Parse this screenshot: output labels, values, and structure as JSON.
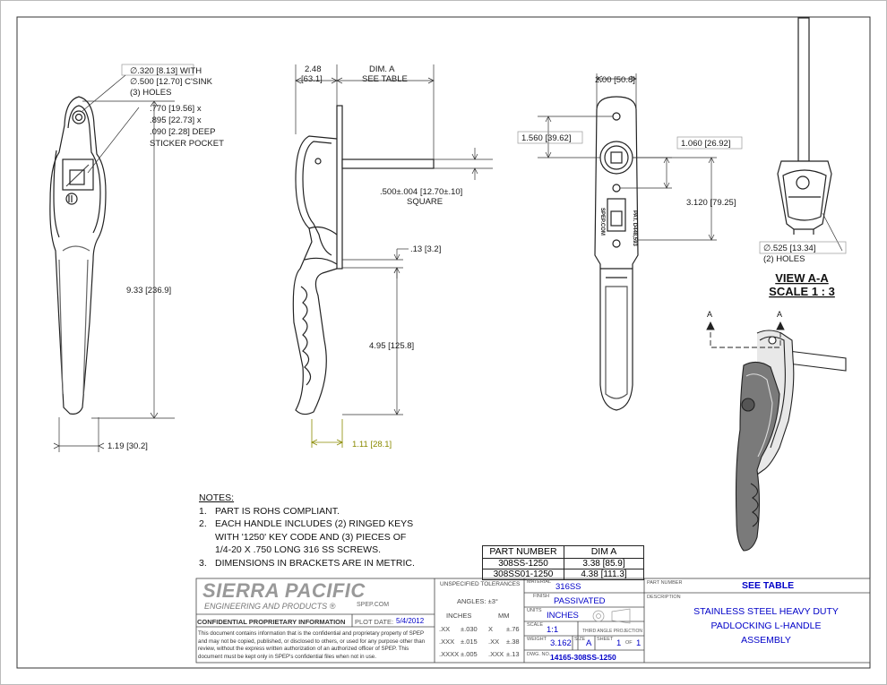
{
  "dims": {
    "hole_callout_1": "∅.320 [8.13] WITH",
    "hole_callout_2": "∅.500 [12.70] C'SINK",
    "hole_callout_3": "(3) HOLES",
    "sticker_1": ".770 [19.56] x",
    "sticker_2": ".895 [22.73] x",
    "sticker_3": ".090 [2.28] DEEP",
    "sticker_4": "STICKER POCKET",
    "overall_length": "9.33 [236.9]",
    "width": "1.19 [30.2]",
    "depth_top": "2.48",
    "depth_top_mm": "[63.1]",
    "dim_a": "DIM. A",
    "dim_a_see": "SEE TABLE",
    "square_1": ".500±.004 [12.70±.10]",
    "square_2": "SQUARE",
    "plate_thk": ".13 [3.2]",
    "lower_len": "4.95 [125.8]",
    "offset": "1.11 [28.1]",
    "hole_spacing": "2.00 [50.8]",
    "hole_to_hub": "1.560 [39.62]",
    "hub_to_hole": "1.060 [26.92]",
    "hub_to_bottom": "3.120 [79.25]",
    "small_holes_1": "∅.525 [13.34]",
    "small_holes_2": "(2) HOLES",
    "view_title": "VIEW A-A",
    "view_scale": "SCALE 1 : 3",
    "section_a": "A",
    "handle_text_1": "PAT. D448,593",
    "handle_text_2": "SPEP.COM"
  },
  "notes": {
    "title": "NOTES:",
    "items": [
      {
        "num": "1.",
        "lines": [
          "PART IS ROHS COMPLIANT."
        ]
      },
      {
        "num": "2.",
        "lines": [
          "EACH HANDLE INCLUDES (2) RINGED KEYS",
          "WITH '1250' KEY CODE AND (3) PIECES OF",
          "1/4-20 X .750 LONG 316 SS SCREWS."
        ]
      },
      {
        "num": "3.",
        "lines": [
          "DIMENSIONS IN BRACKETS ARE IN METRIC."
        ]
      }
    ]
  },
  "part_table": {
    "headers": [
      "PART NUMBER",
      "DIM A"
    ],
    "rows": [
      [
        "308SS-1250",
        "3.38 [85.9]"
      ],
      [
        "308SS01-1250",
        "4.38 [111.3]"
      ]
    ]
  },
  "title_block": {
    "company": "SIERRA PACIFIC",
    "company_sub": "ENGINEERING AND PRODUCTS",
    "web": "SPEP.COM",
    "confidential": "CONFIDENTIAL PROPRIETARY INFORMATION",
    "plot_date_label": "PLOT DATE:",
    "plot_date": "5/4/2012",
    "blurb": "This document contains information that is the confidential and proprietary property of SPEP and may not be copied, published, or disclosed to others, or used for any purpose other than review, without the express written authorization of an authorized officer of SPEP. This document must be kept only in SPEP's confidential files when not in use.",
    "tol_title": "UNSPECIFIED TOLERANCES",
    "angles": "ANGLES: ±3°",
    "inches_hdr": "INCHES",
    "mm_hdr": "MM",
    "tol_inch": [
      [
        ".XX",
        "±.030"
      ],
      [
        ".XXX",
        "±.015"
      ],
      [
        ".XXXX",
        "±.005"
      ]
    ],
    "tol_mm": [
      [
        "X",
        "±.76"
      ],
      [
        ".XX",
        "±.38"
      ],
      [
        ".XXX",
        "±.13"
      ]
    ],
    "material_label": "MATERIAL",
    "material": "316SS",
    "finish_label": "FINISH",
    "finish": "PASSIVATED",
    "units_label": "UNITS",
    "units": "INCHES",
    "scale_label": "SCALE",
    "scale": "1:1",
    "projection": "THIRD ANGLE PROJECTION",
    "weight_label": "WEIGHT",
    "weight": "3.162",
    "size_label": "SIZE",
    "size": "A",
    "sheet_label": "SHEET",
    "sheet": "1",
    "of_label": "OF",
    "sheet_total": "1",
    "dwg_label": "DWG. NO.",
    "dwg": "14165-308SS-1250",
    "partnum_label": "PART NUMBER",
    "partnum": "SEE TABLE",
    "desc_label": "DESCRIPTION",
    "desc_lines": [
      "STAINLESS STEEL HEAVY DUTY",
      "PADLOCKING L-HANDLE",
      "ASSEMBLY"
    ]
  },
  "colors": {
    "accent_blue": "#0000c8",
    "offset_dim": "#8a8a00"
  }
}
